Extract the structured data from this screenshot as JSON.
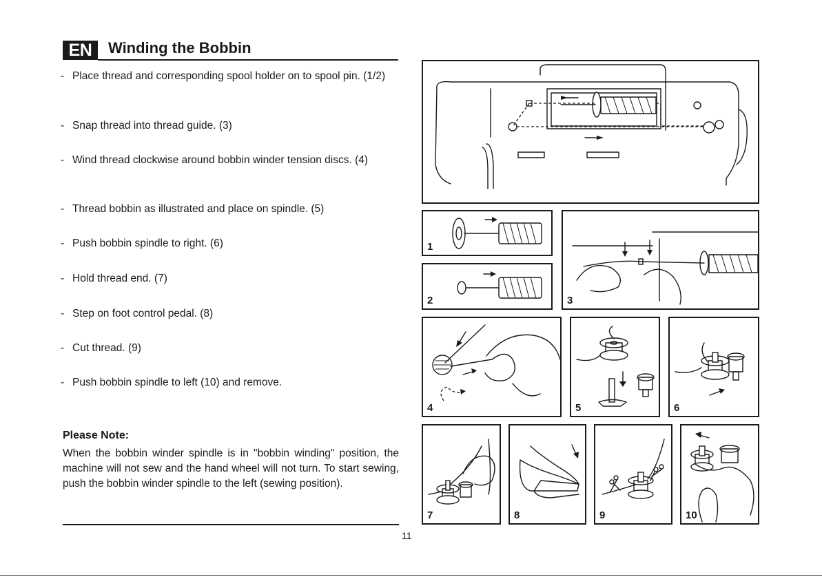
{
  "header": {
    "lang_badge": "EN",
    "title": "Winding the Bobbin"
  },
  "steps": [
    {
      "dash": "-",
      "text": "Place thread and corresponding spool holder on to spool pin. (1/2)"
    },
    {
      "dash": "-",
      "text": "Snap thread into thread guide. (3)"
    },
    {
      "dash": "-",
      "text": "Wind thread clockwise around bobbin winder tension discs. (4)"
    },
    {
      "dash": "-",
      "text": "Thread bobbin as illustrated and place on spindle. (5)"
    },
    {
      "dash": "-",
      "text": "Push bobbin spindle to right. (6)"
    },
    {
      "dash": "-",
      "text": "Hold thread end. (7)"
    },
    {
      "dash": "-",
      "text": "Step on foot control pedal. (8)"
    },
    {
      "dash": "-",
      "text": "Cut thread. (9)"
    },
    {
      "dash": "-",
      "text": "Push bobbin spindle to left (10) and remove."
    }
  ],
  "note": {
    "heading": "Please Note:",
    "body": "When the bobbin winder spindle is in \"bobbin winding\" position, the machine will not sew and the hand wheel will not turn. To start sewing, push the bobbin winder spindle to the left (sewing position)."
  },
  "page_number": "11",
  "figures": [
    {
      "id": "main",
      "label": ""
    },
    {
      "id": "1",
      "label": "1"
    },
    {
      "id": "2",
      "label": "2"
    },
    {
      "id": "3",
      "label": "3"
    },
    {
      "id": "4",
      "label": "4"
    },
    {
      "id": "5",
      "label": "5"
    },
    {
      "id": "6",
      "label": "6"
    },
    {
      "id": "7",
      "label": "7"
    },
    {
      "id": "8",
      "label": "8"
    },
    {
      "id": "9",
      "label": "9"
    },
    {
      "id": "10",
      "label": "10"
    }
  ],
  "colors": {
    "ink": "#1a1a1a",
    "paper": "#ffffff"
  }
}
